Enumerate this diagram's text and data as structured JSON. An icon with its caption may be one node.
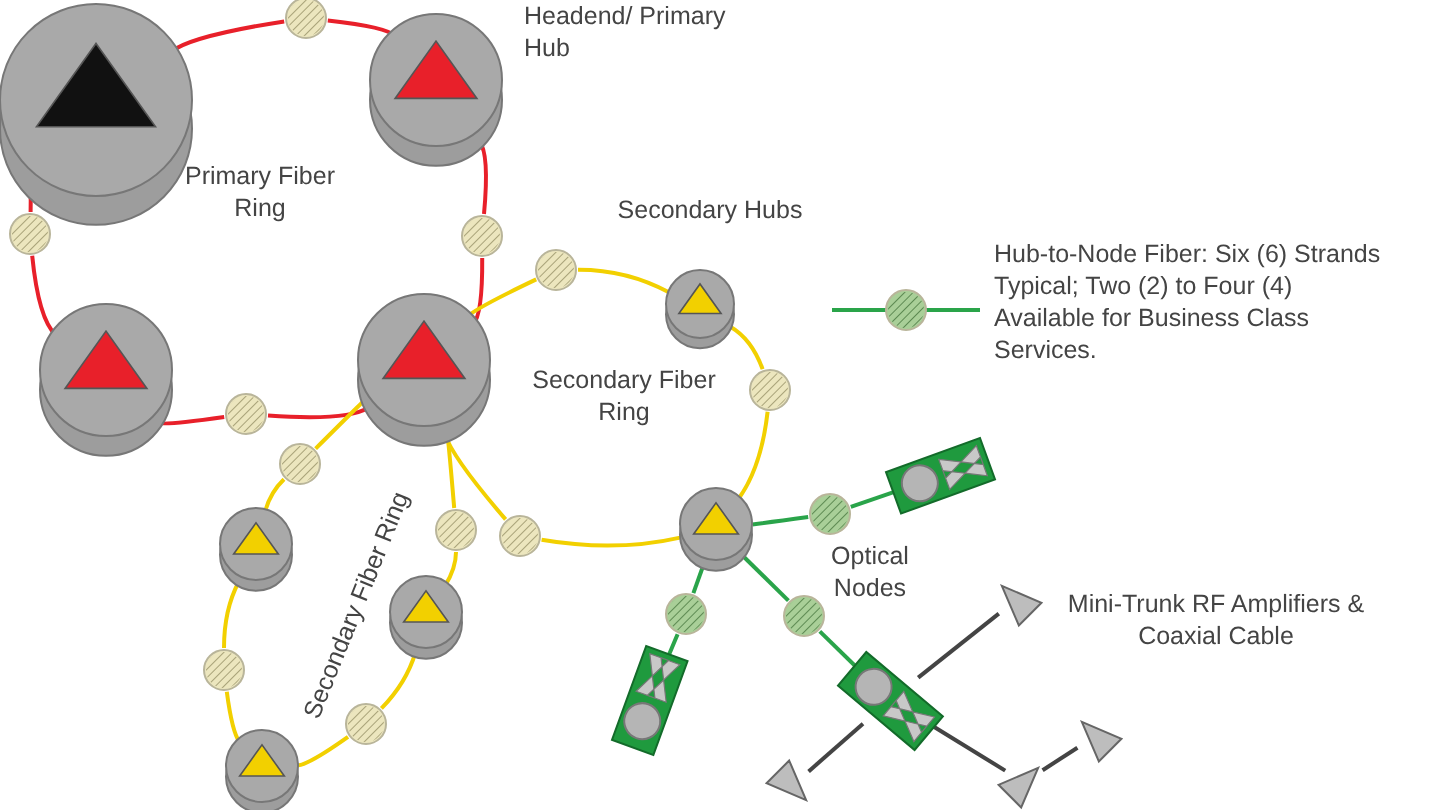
{
  "diagram": {
    "nodes": [
      {
        "text": [],
        "shape": "cylinder"
      },
      {
        "text": [],
        "shape": "circle"
      },
      {
        "text": [],
        "shape": "cylinder"
      },
      {
        "text": [],
        "shape": "circle"
      },
      {
        "text": [],
        "shape": "cylinder"
      },
      {
        "text": [],
        "shape": "circle"
      },
      {
        "text": [],
        "shape": "cylinder"
      },
      {
        "text": [],
        "shape": "circle"
      },
      {
        "text": [],
        "shape": "circle"
      },
      {
        "text": [],
        "shape": "cylinder"
      },
      {
        "text": [],
        "shape": "circle"
      },
      {
        "text": [],
        "shape": "cylinder"
      },
      {
        "text": [],
        "shape": "circle"
      },
      {
        "text": [],
        "shape": "circle"
      },
      {
        "text": [],
        "shape": "cylinder"
      },
      {
        "text": [],
        "shape": "circle"
      },
      {
        "text": [],
        "shape": "cylinder"
      },
      {
        "text": [],
        "shape": "circle"
      },
      {
        "text": [],
        "shape": "cylinder"
      },
      {
        "text": [],
        "shape": "circle"
      },
      {
        "text": [],
        "shape": "circle"
      },
      {
        "text": [],
        "shape": "box"
      },
      {
        "text": [],
        "shape": "circle"
      },
      {
        "text": [],
        "shape": "box"
      },
      {
        "text": [],
        "shape": "circle"
      },
      {
        "text": [],
        "shape": "box"
      },
      {
        "text": [],
        "shape": "triangle"
      },
      {
        "text": [],
        "shape": "triangle"
      },
      {
        "text": [],
        "shape": "triangle"
      },
      {
        "text": [],
        "shape": "triangle"
      }
    ],
    "edges": [
      {
        "from": 0,
        "to": 1,
        "arrow": "none",
        "color": "#e8202a"
      },
      {
        "from": 1,
        "to": 2,
        "arrow": "none",
        "color": "#e8202a"
      },
      {
        "from": 2,
        "to": 3,
        "arrow": "none",
        "color": "#e8202a"
      },
      {
        "from": 3,
        "to": 4,
        "arrow": "none",
        "color": "#e8202a"
      },
      {
        "from": 4,
        "to": 5,
        "arrow": "none",
        "color": "#e8202a"
      },
      {
        "from": 5,
        "to": 6,
        "arrow": "none",
        "color": "#e8202a"
      },
      {
        "from": 6,
        "to": 7,
        "arrow": "none",
        "color": "#e8202a"
      },
      {
        "from": 7,
        "to": 0,
        "arrow": "none",
        "color": "#e8202a"
      },
      {
        "from": 4,
        "to": 8,
        "arrow": "none"
      },
      {
        "from": 8,
        "to": 9,
        "arrow": "none"
      },
      {
        "from": 9,
        "to": 10,
        "arrow": "none"
      },
      {
        "from": 10,
        "to": 11,
        "arrow": "none"
      },
      {
        "from": 11,
        "to": 12,
        "arrow": "none"
      },
      {
        "from": 12,
        "to": 4,
        "arrow": "none"
      },
      {
        "from": 4,
        "to": 13,
        "arrow": "none"
      },
      {
        "from": 13,
        "to": 14,
        "arrow": "none"
      },
      {
        "from": 14,
        "to": 15,
        "arrow": "none"
      },
      {
        "from": 15,
        "to": 16,
        "arrow": "none"
      },
      {
        "from": 16,
        "to": 17,
        "arrow": "none"
      },
      {
        "from": 17,
        "to": 18,
        "arrow": "none"
      },
      {
        "from": 18,
        "to": 19,
        "arrow": "none"
      },
      {
        "from": 19,
        "to": 4,
        "arrow": "none"
      },
      {
        "from": 11,
        "to": 20,
        "arrow": "none",
        "color": "#2aa44a"
      },
      {
        "from": 20,
        "to": 21,
        "arrow": "none",
        "color": "#2aa44a"
      },
      {
        "from": 11,
        "to": 22,
        "arrow": "none",
        "color": "#2aa44a"
      },
      {
        "from": 22,
        "to": 23,
        "arrow": "none",
        "color": "#2aa44a"
      },
      {
        "from": 11,
        "to": 24,
        "arrow": "none",
        "color": "#2aa44a"
      },
      {
        "from": 24,
        "to": 25,
        "arrow": "none",
        "color": "#2aa44a"
      },
      {
        "from": 25,
        "to": 26,
        "arrow": "none",
        "color": "#444444"
      },
      {
        "from": 25,
        "to": 27,
        "arrow": "none",
        "color": "#444444"
      },
      {
        "from": 25,
        "to": 28,
        "arrow": "none",
        "color": "#444444"
      },
      {
        "from": 28,
        "to": 29,
        "arrow": "none",
        "color": "#444444"
      }
    ],
    "labels": [
      "Headend/ Primary Hub",
      "Primary Fiber Ring",
      "Secondary Hubs",
      "Secondary Fiber Ring",
      "Secondary Fiber Ring",
      "Optical Nodes",
      "Mini-Trunk RF Amplifiers & Coaxial Cable"
    ],
    "legend": [
      {
        "text": "Hub-to-Node Fiber: Six (6) Strands Typical; Two (2) to Four (4) Available for Business Class Services."
      }
    ]
  }
}
